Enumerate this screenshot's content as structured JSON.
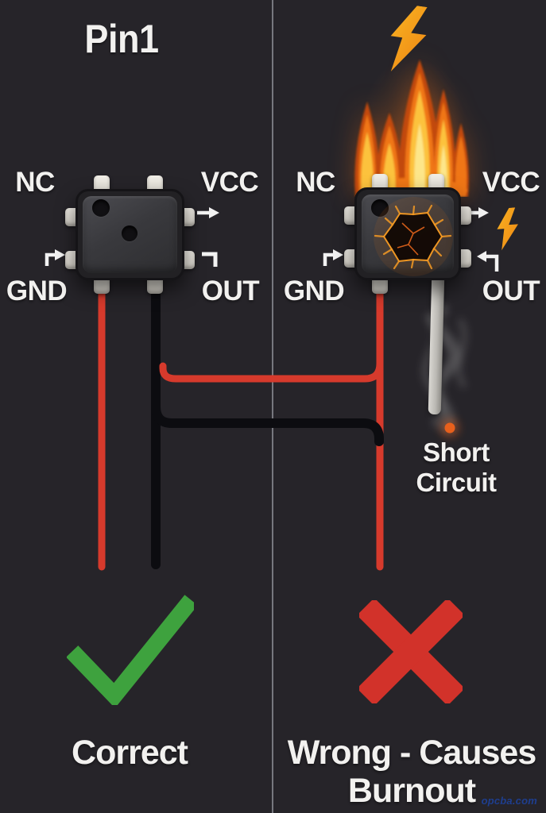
{
  "title": "Pin1",
  "left_panel": {
    "labels": {
      "nc": "NC",
      "vcc": "VCC",
      "gnd": "GND",
      "out": "OUT"
    },
    "caption": "Correct"
  },
  "right_panel": {
    "labels": {
      "nc": "NC",
      "vcc": "VCC",
      "gnd": "GND",
      "out": "OUT"
    },
    "short_circuit": {
      "line1": "Short",
      "line2": "Circuit"
    },
    "caption": {
      "line1": "Wrong - Causes",
      "line2": "Burnout"
    }
  },
  "watermark": {
    "text": "opcba.com"
  },
  "icons": {
    "lightning_bolt": "⚡",
    "flame": "🔥",
    "smoke": "〰",
    "checkmark": "✓",
    "x_mark": "✕"
  },
  "colors": {
    "background": "#262429",
    "divider": "#b9bcc4",
    "text": "#f2f1ef",
    "wire_red": "#d63a2c",
    "wire_black": "#0c0c10",
    "check_green": "#3ea23e",
    "x_red": "#d2322a",
    "bolt_orange": "#f8b322",
    "bolt_orange_deep": "#ef8613",
    "flame_outer": "#c2490c",
    "flame_mid": "#f07616",
    "flame_inner": "#fcc23c",
    "flame_core": "#fde68a",
    "ember": "#e8601c",
    "smoke": "#a8a8a8",
    "watermark_blue": "#1e3e8f",
    "crack_glow": "#f59a23"
  }
}
